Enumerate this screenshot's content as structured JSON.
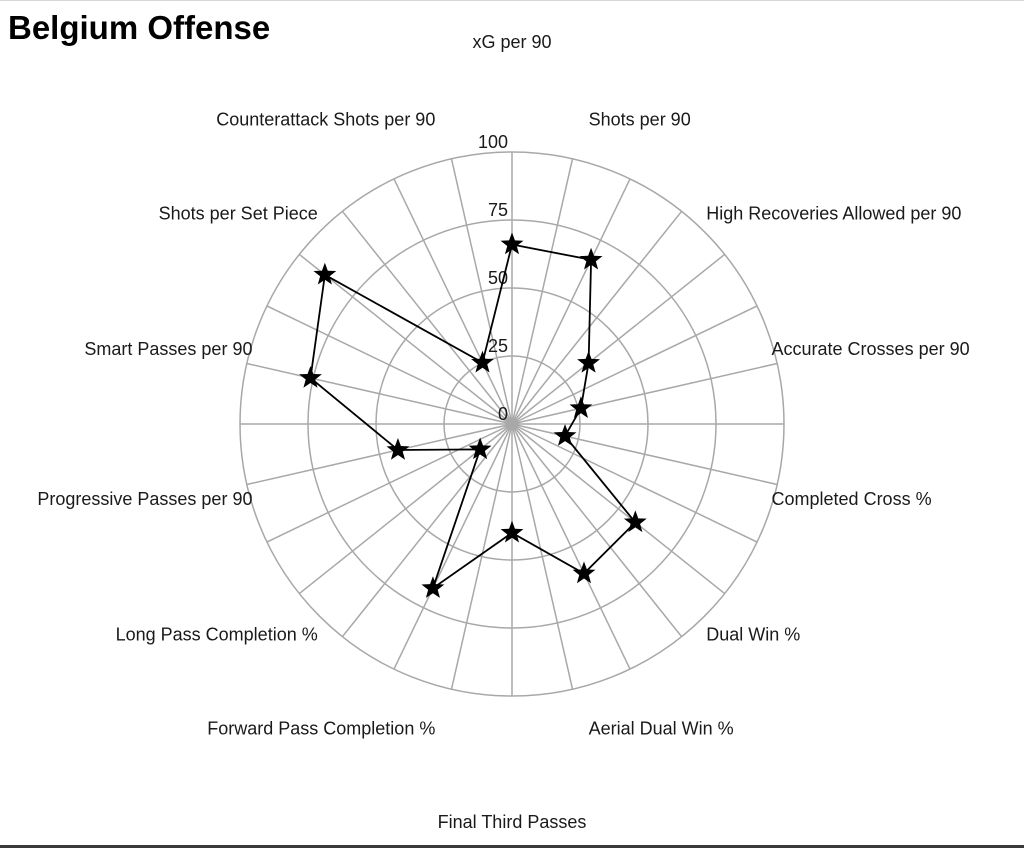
{
  "chart_data": {
    "type": "radar",
    "title": "Belgium Offense",
    "axes": [
      "xG per 90",
      "Shots per 90",
      "High Recoveries Allowed per 90",
      "Accurate Crosses per 90",
      "Completed Cross %",
      "Dual Win %",
      "Aerial Dual Win %",
      "Final Third Passes",
      "Forward Pass Completion %",
      "Long Pass Completion %",
      "Progressive Passes per 90",
      "Smart Passes per 90",
      "Shots per Set Piece",
      "Counterattack Shots per 90"
    ],
    "values": [
      66,
      67,
      36,
      26,
      20,
      58,
      61,
      40,
      67,
      15,
      43,
      76,
      88,
      25
    ],
    "range": [
      0,
      100
    ],
    "ticks": [
      "0",
      "25",
      "50",
      "75",
      "100"
    ],
    "grid": true,
    "marker": "star",
    "line_color": "#000000",
    "grid_color": "#a8a8a8"
  }
}
